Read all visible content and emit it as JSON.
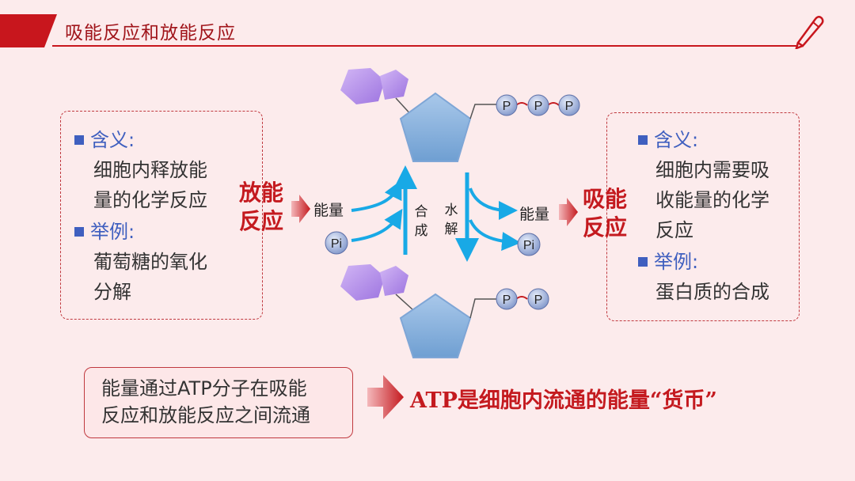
{
  "title": "吸能反应和放能反应",
  "left_box": {
    "meaning_label": "含义:",
    "meaning_lines": [
      "细胞内释放能",
      "量的化学反应"
    ],
    "example_label": "举例:",
    "example_lines": [
      "葡萄糖的氧化",
      "分解"
    ]
  },
  "right_box": {
    "meaning_label": "含义:",
    "meaning_lines": [
      "细胞内需要吸",
      "收能量的化学",
      "反应"
    ],
    "example_label": "举例:",
    "example_text": "蛋白质的合成"
  },
  "exergonic_label": [
    "放能",
    "反应"
  ],
  "endergonic_label": [
    "吸能",
    "反应"
  ],
  "diagram": {
    "energy_left": "能量",
    "energy_right": "能量",
    "pi_left": "Pi",
    "pi_right": "Pi",
    "synthesis": [
      "合",
      "成"
    ],
    "hydrolysis": [
      "水",
      "解"
    ],
    "phosphate": "P"
  },
  "bottom": {
    "box_lines": [
      "能量通过ATP分子在吸能",
      "反应和放能反应之间流通"
    ],
    "conclusion": "ATP是细胞内流通的能量“货币”"
  },
  "colors": {
    "accent": "#c41a1f",
    "heading_blue": "#3f5fbf",
    "arrow_cyan": "#18a9e6",
    "pentagon": "#8fb6de",
    "adenine": "#b58ee8"
  }
}
